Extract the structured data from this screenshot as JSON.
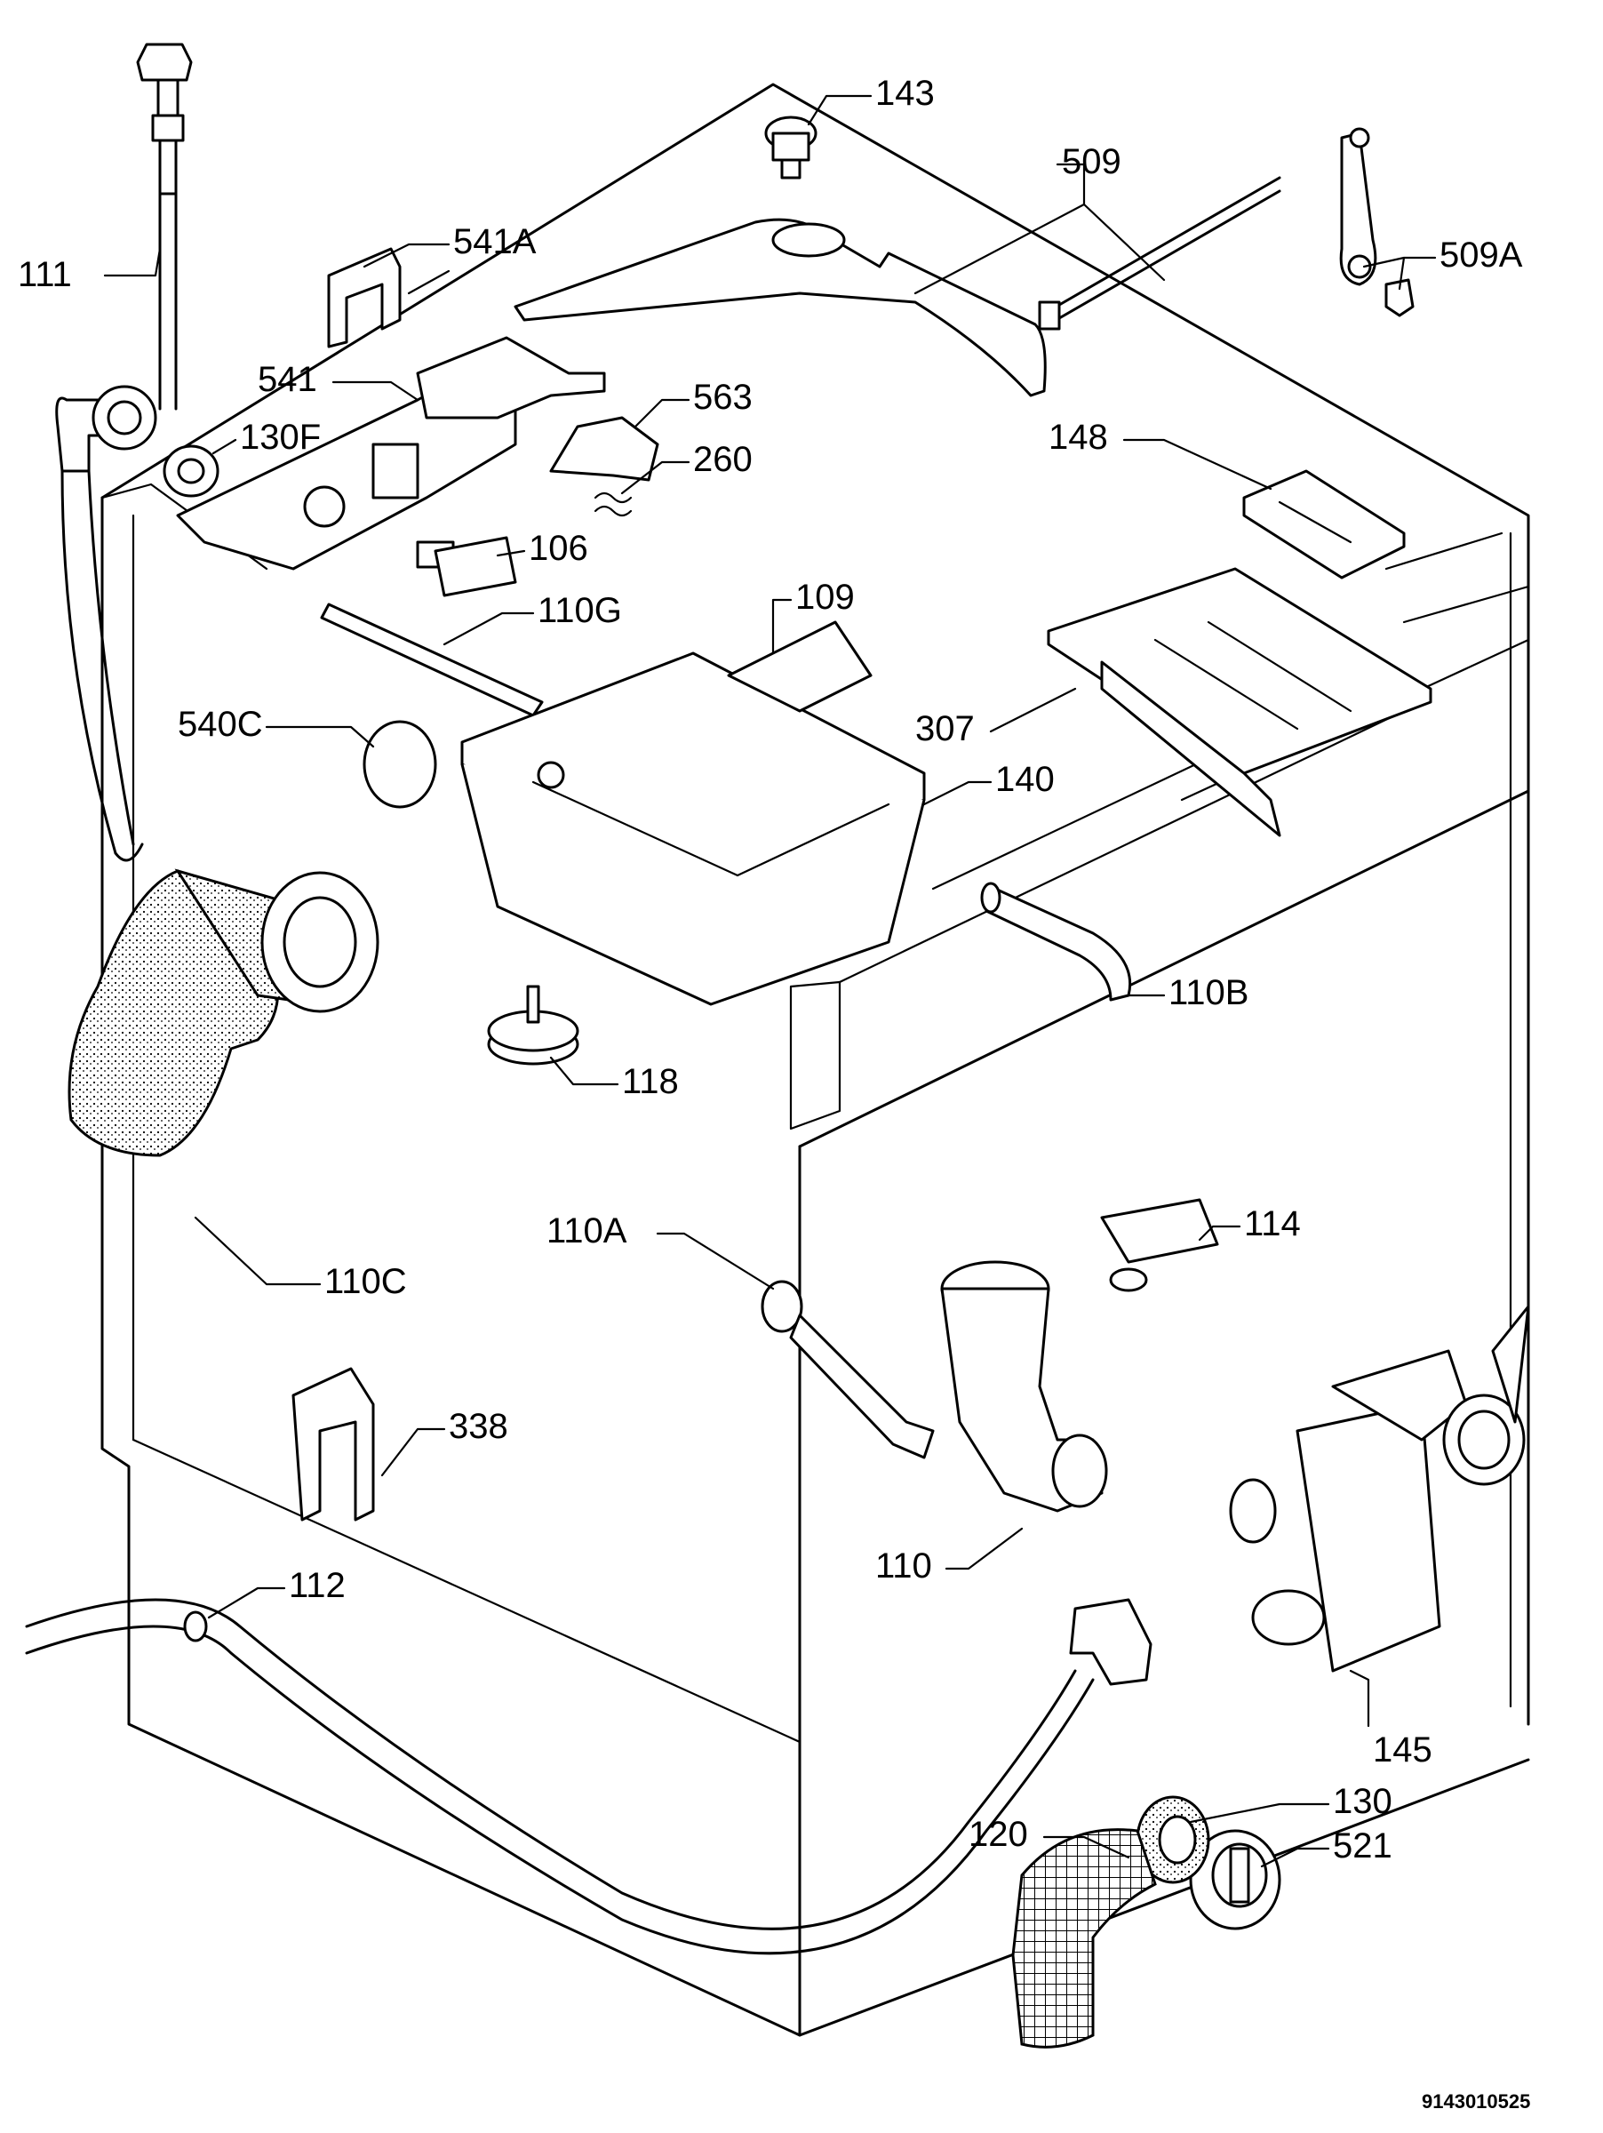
{
  "diagram": {
    "drawing_number": "9143010525",
    "callouts": [
      {
        "id": "c111",
        "label": "111"
      },
      {
        "id": "c541a",
        "label": "541A"
      },
      {
        "id": "c143",
        "label": "143"
      },
      {
        "id": "c509",
        "label": "509"
      },
      {
        "id": "c509a",
        "label": "509A"
      },
      {
        "id": "c541",
        "label": "541"
      },
      {
        "id": "c130f",
        "label": "130F"
      },
      {
        "id": "c563",
        "label": "563"
      },
      {
        "id": "c260",
        "label": "260"
      },
      {
        "id": "c148",
        "label": "148"
      },
      {
        "id": "c106",
        "label": "106"
      },
      {
        "id": "c110g",
        "label": "110G"
      },
      {
        "id": "c109",
        "label": "109"
      },
      {
        "id": "c540c",
        "label": "540C"
      },
      {
        "id": "c307",
        "label": "307"
      },
      {
        "id": "c140",
        "label": "140"
      },
      {
        "id": "c110b",
        "label": "110B"
      },
      {
        "id": "c118",
        "label": "118"
      },
      {
        "id": "c110c",
        "label": "110C"
      },
      {
        "id": "c110a",
        "label": "110A"
      },
      {
        "id": "c114",
        "label": "114"
      },
      {
        "id": "c338",
        "label": "338"
      },
      {
        "id": "c110",
        "label": "110"
      },
      {
        "id": "c112",
        "label": "112"
      },
      {
        "id": "c145",
        "label": "145"
      },
      {
        "id": "c130",
        "label": "130"
      },
      {
        "id": "c120",
        "label": "120"
      },
      {
        "id": "c521",
        "label": "521"
      }
    ]
  }
}
